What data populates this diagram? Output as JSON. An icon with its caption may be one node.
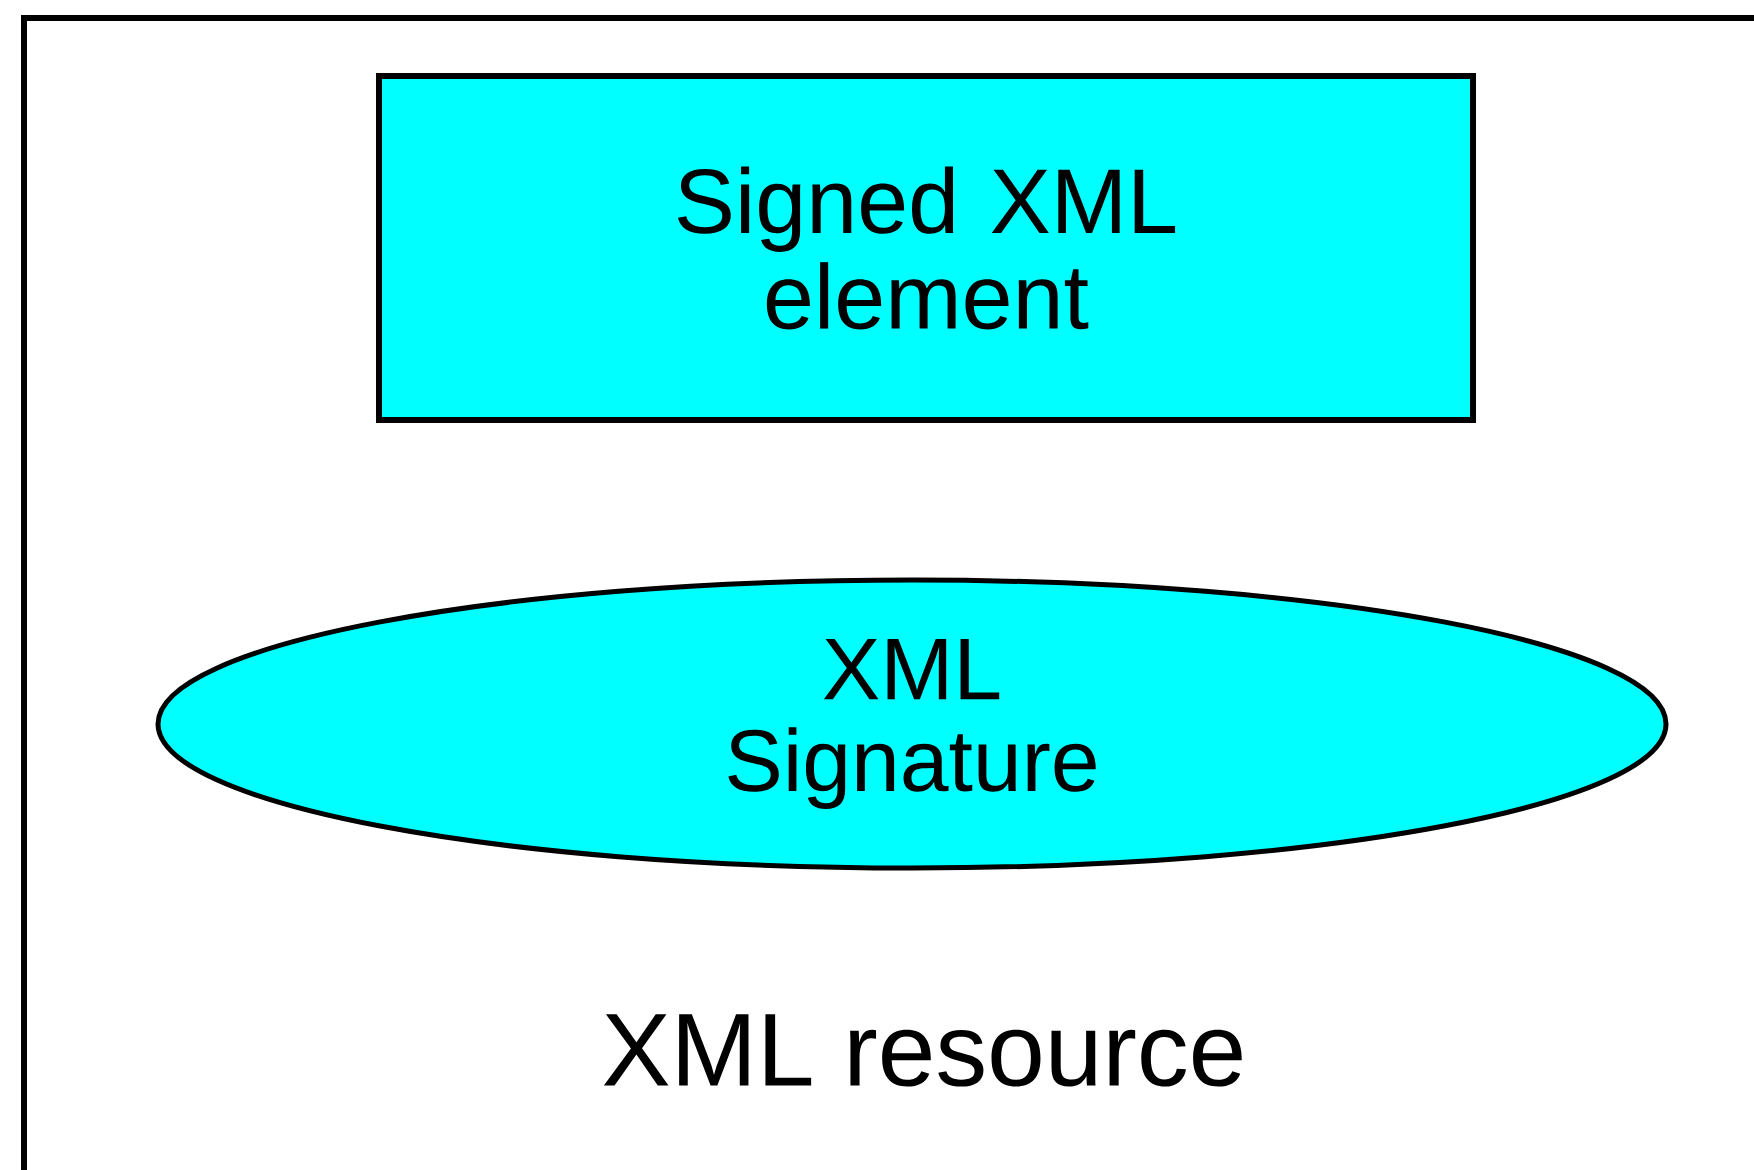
{
  "diagram": {
    "nodes": [
      {
        "text": [
          "XML resource"
        ]
      },
      {
        "text": [
          "Signed XML element"
        ],
        "in": 0
      },
      {
        "text": [
          "XML Signature"
        ],
        "in": 0
      }
    ]
  }
}
